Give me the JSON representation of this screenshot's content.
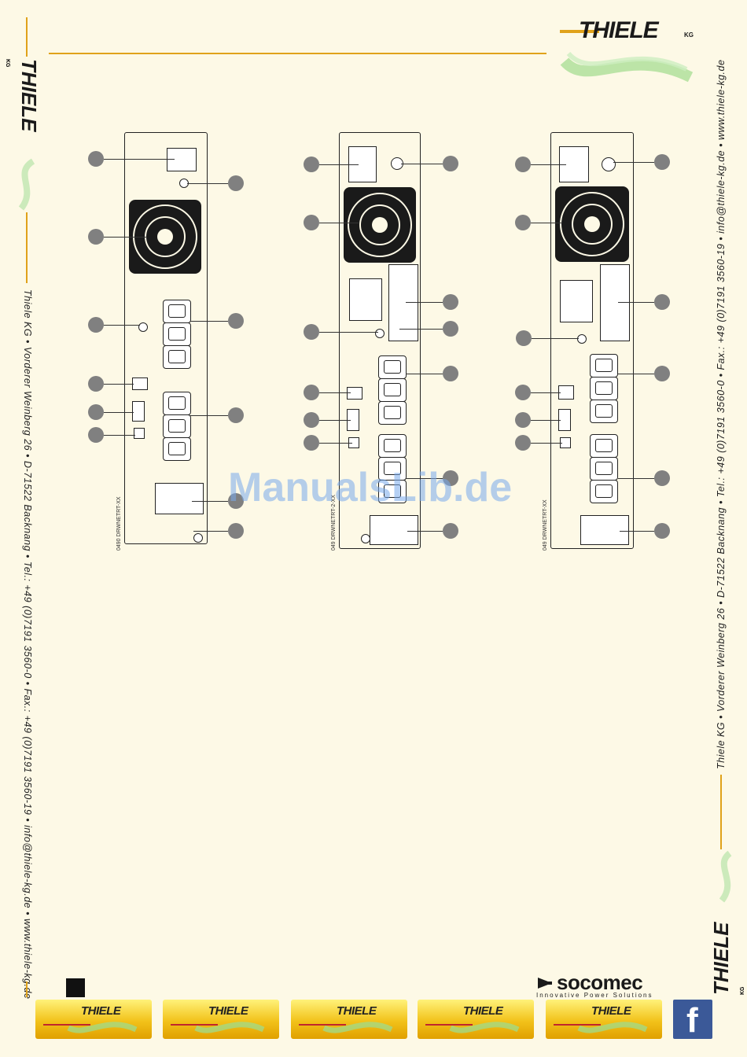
{
  "header": {
    "brand": "THIELE",
    "brand_suffix": "KG"
  },
  "sidebar_left": {
    "brand": "THIELE",
    "brand_suffix": "KG",
    "address": "Thiele KG • Vorderer Weinberg 26 • D-71522 Backnang • Tel.: +49 (0)7191 3560-0 • Fax.: +49 (0)7191 3560-19 • info@thiele-kg.de • www.thiele-kg.de"
  },
  "sidebar_right": {
    "address": "Thiele KG • Vorderer Weinberg 26 • D-71522 Backnang • Tel.: +49 (0)7191 3560-0 • Fax.: +49 (0)7191 3560-19 • info@thiele-kg.de • www.thiele-kg.de",
    "contact": "Thiele KG • Vorderer Weinberg 26 • D-71522 Backnang • Tel.: +49 (0)7191 3560-0 • Fax.: +49 (0)7191 3560-19 • info@thiele-kg.de • www.thiele-kg.de",
    "brand": "THIELE",
    "brand_suffix": "KG"
  },
  "diagrams": {
    "unit1_code": "0490 DRWNETRT-XX",
    "unit2_code": "049 DRWNETRT-2-XX",
    "unit3_code": "049 DRWNETRT-XX"
  },
  "watermark": "ManualsLib.de",
  "footer": {
    "socomec_brand": "socomec",
    "socomec_tagline": "Innovative Power Solutions",
    "button_brand": "THIELE",
    "facebook_icon": "f"
  },
  "colors": {
    "accent": "#e0a21a",
    "background": "#fdf9e6",
    "callout": "#808080",
    "facebook": "#3b5998"
  }
}
